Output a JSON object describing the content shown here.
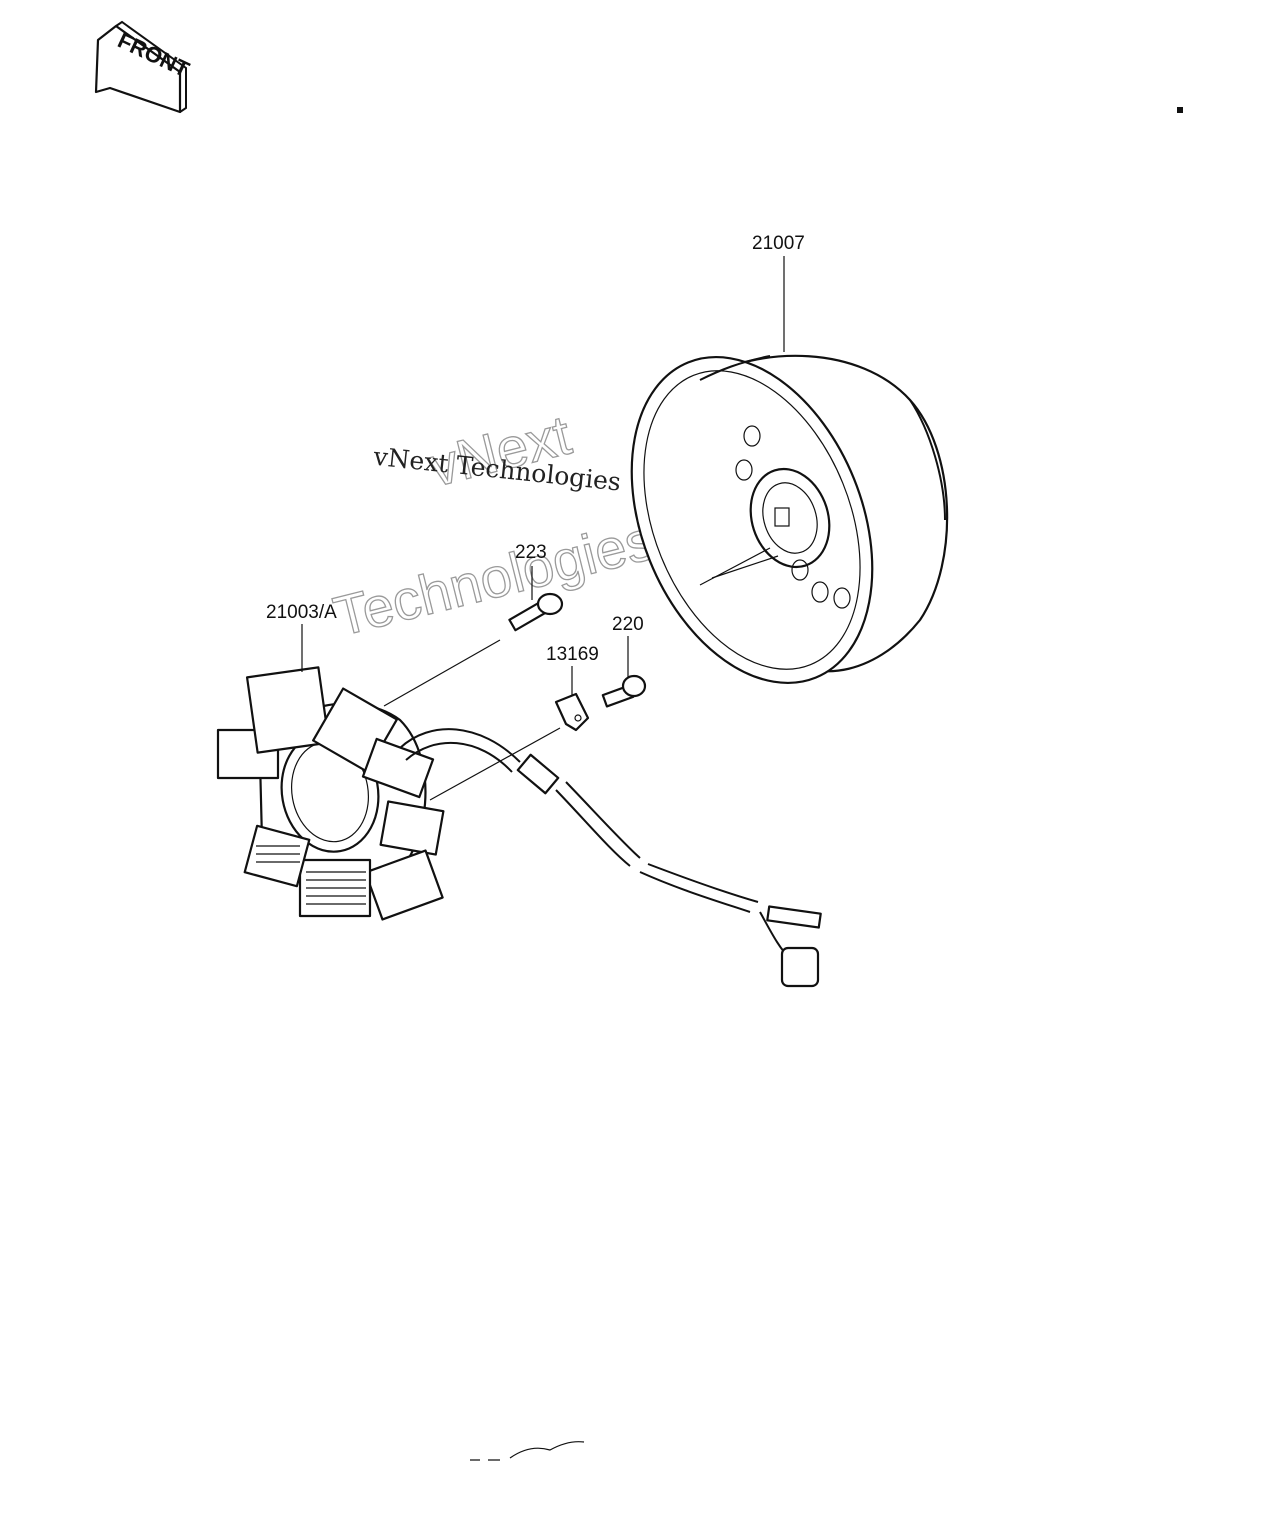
{
  "front_badge": {
    "text": "FRONT"
  },
  "callouts": [
    {
      "id": "flywheel",
      "text": "21007"
    },
    {
      "id": "bolt-223",
      "text": "223"
    },
    {
      "id": "stator",
      "text": "21003/A"
    },
    {
      "id": "bolt-220",
      "text": "220"
    },
    {
      "id": "clamp",
      "text": "13169"
    }
  ],
  "watermark": {
    "outline_line1": "vNext",
    "outline_line2": "Technologies",
    "serif_text": "vNext Technologies"
  }
}
